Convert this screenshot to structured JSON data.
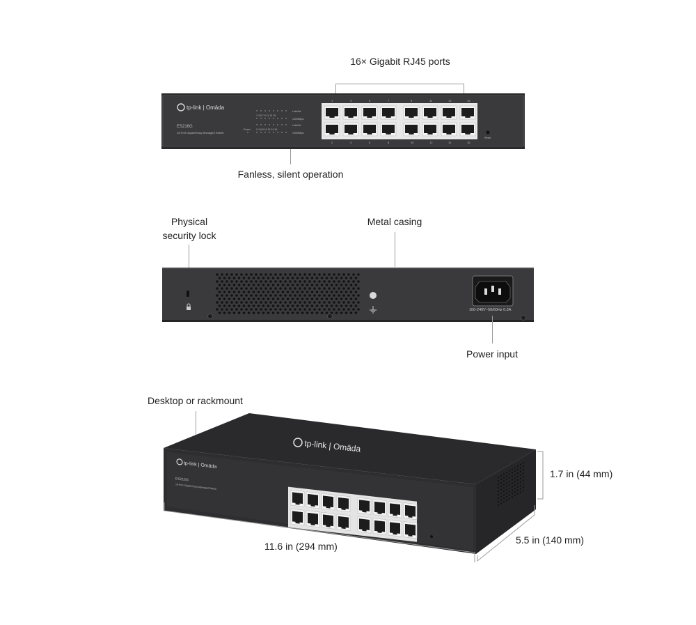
{
  "front_panel": {
    "callout_ports": "16× Gigabit RJ45 ports",
    "callout_fanless": "Fanless, silent operation",
    "brand": "tp-link | Omāda",
    "model": "ES216G",
    "description": "16-Port Gigabit Easy Managed Switch",
    "led_power": "Power",
    "led_link_act": "Link/Act",
    "led_speed": "1000Mbps",
    "reset": "Reset",
    "top_port_numbers": [
      "1",
      "3",
      "5",
      "7",
      "9",
      "11",
      "13",
      "15"
    ],
    "bottom_port_numbers": [
      "2",
      "4",
      "6",
      "8",
      "10",
      "12",
      "14",
      "16"
    ],
    "led_top_numbers": "1 3 5 7 9 11 13 15",
    "led_bottom_numbers": "2 4 6 8 10 12 14 16"
  },
  "rear_panel": {
    "callout_lock": "Physical\nsecurity lock",
    "callout_casing": "Metal casing",
    "callout_power": "Power input",
    "power_rating": "100-240V~50/60Hz 0.3A"
  },
  "perspective": {
    "callout_mount": "Desktop or rackmount",
    "height_dim": "1.7 in (44 mm)",
    "width_dim": "11.6  in (294 mm)",
    "depth_dim": "5.5  in (140 mm)",
    "brand": "tp-link | Omāda",
    "model": "ES216G",
    "description": "16-Port Gigabit Easy Managed Switch"
  },
  "colors": {
    "chassis": "#3a3a3c",
    "chassis_dark": "#222224",
    "port_white": "#eeeeee",
    "line": "#9a9a9a"
  }
}
